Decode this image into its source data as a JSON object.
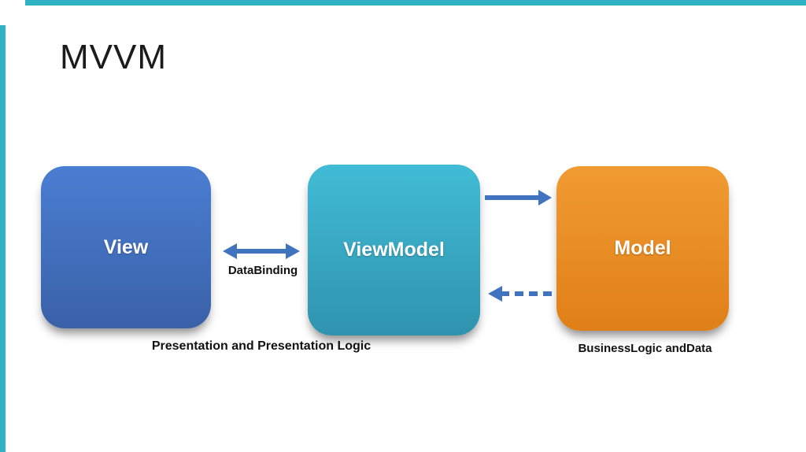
{
  "slide": {
    "title": "MVVM"
  },
  "diagram": {
    "nodes": [
      {
        "id": "view",
        "label": "View",
        "color_top": "#4a7ed2",
        "color_bottom": "#3a61a8"
      },
      {
        "id": "viewmodel",
        "label": "ViewModel",
        "color_top": "#41bcd6",
        "color_bottom": "#2f93ae"
      },
      {
        "id": "model",
        "label": "Model",
        "color_top": "#f19b33",
        "color_bottom": "#e07f17"
      }
    ],
    "arrows": {
      "databinding_label": "DataBinding",
      "view_viewmodel": "double-headed solid arrow",
      "viewmodel_to_model": "solid arrow right",
      "model_to_viewmodel": "dashed arrow left",
      "arrow_color": "#4273be"
    },
    "captions": [
      {
        "text": "Presentation and Presentation Logic"
      },
      {
        "text": "BusinessLogic andData"
      }
    ],
    "accent_colors": {
      "edge_teal": "#2fb3c4"
    }
  }
}
